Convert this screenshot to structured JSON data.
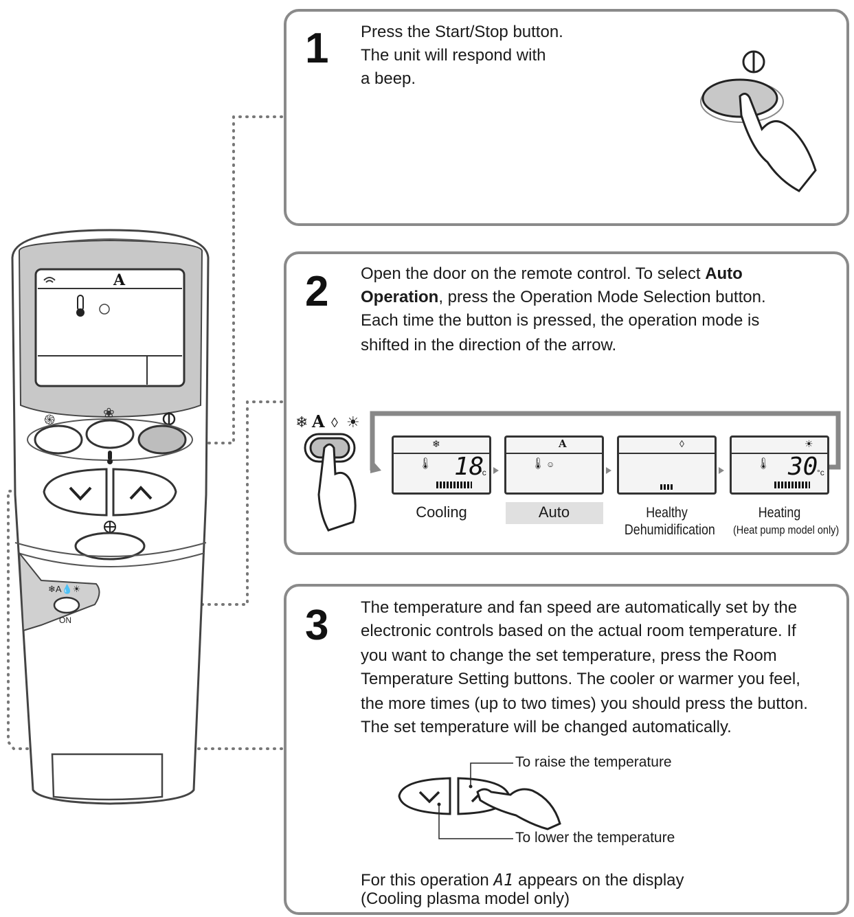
{
  "step1": {
    "number": "1",
    "lines": [
      "Press the Start/Stop button.",
      "The unit will respond with",
      "a beep."
    ]
  },
  "step2": {
    "number": "2",
    "line1_pre": "Open the door on the remote control. To select ",
    "line1_bold": "Auto",
    "line2_bold": "Operation",
    "line2_post": ", press the Operation Mode Selection button.",
    "line3": "Each time the button is pressed, the operation mode is",
    "line4": "shifted in the direction of the arrow.",
    "modes": [
      {
        "label": "Cooling",
        "label2": "",
        "temp": "18",
        "unit": "°c"
      },
      {
        "label": "Auto",
        "label2": "",
        "temp": "",
        "unit": ""
      },
      {
        "label": "Healthy",
        "label2": "Dehumidification",
        "temp": "",
        "unit": ""
      },
      {
        "label": "Heating",
        "label2": "(Heat pump model only)",
        "temp": "30",
        "unit": "°c"
      }
    ]
  },
  "step3": {
    "number": "3",
    "lines": [
      "The temperature and fan speed are automatically set by the",
      "electronic controls based on the actual room temperature. If",
      "you want to change the set temperature, press the Room",
      "Temperature Setting buttons. The cooler or warmer you feel,",
      "the more times (up to two times) you should press the button.",
      "The set temperature will be changed automatically."
    ],
    "raise_label": "To raise the temperature",
    "lower_label": "To lower the temperature",
    "note_pre": "For this operation ",
    "note_code": "A1",
    "note_post": " appears on the display",
    "note_line2": "(Cooling plasma model only)"
  },
  "remote": {
    "on_label": "ON"
  },
  "colors": {
    "panel_border": "#8a8a8a",
    "remote_screen_bg": "#c8c8c8",
    "highlight_button": "#bdbdbd"
  }
}
